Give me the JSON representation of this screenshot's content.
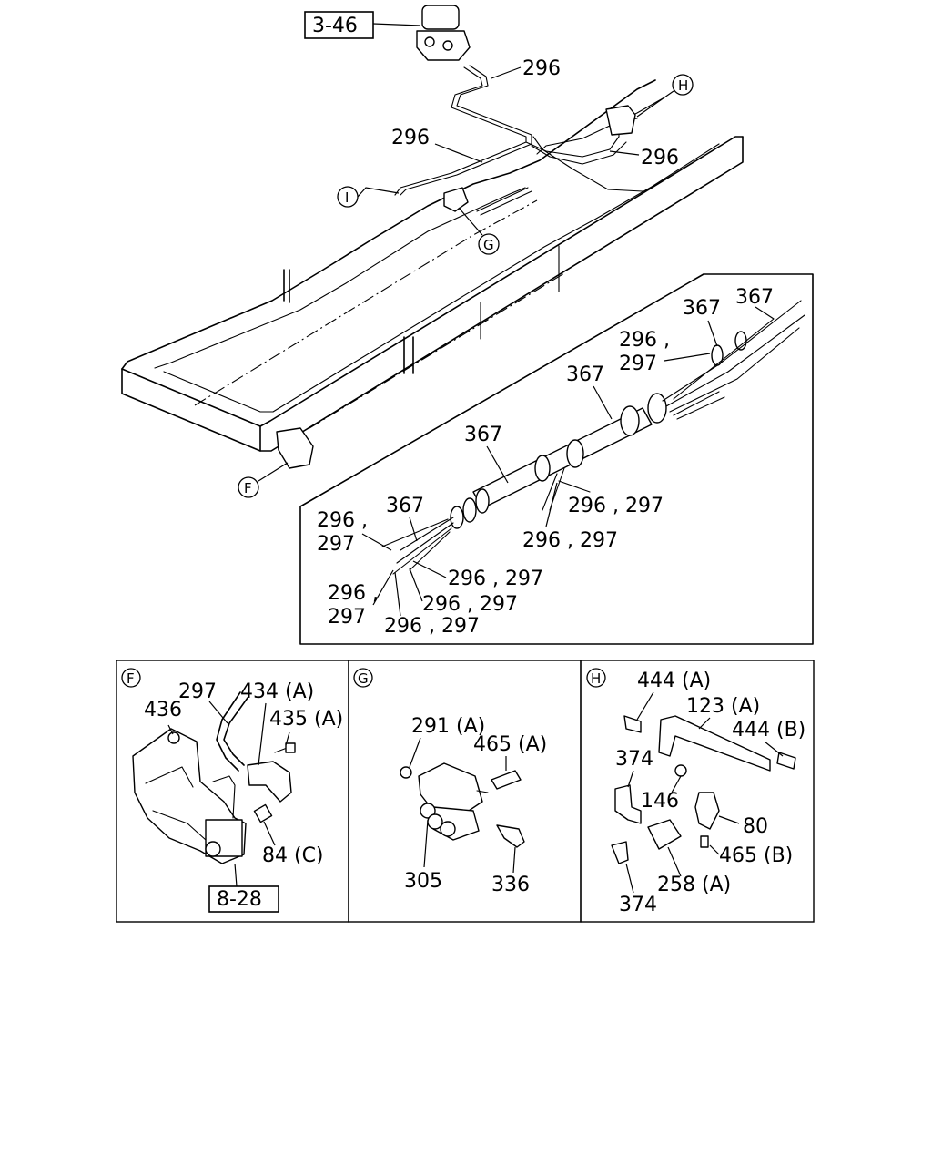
{
  "overview": {
    "ref_box_top": "3-46",
    "callouts": [
      "296",
      "296",
      "296"
    ],
    "markers": [
      "H",
      "I",
      "G",
      "F"
    ]
  },
  "harness": {
    "labels": [
      "367",
      "367",
      "296 ,",
      "297",
      "367",
      "367",
      "367",
      "296 , 297",
      "296 , 297",
      "296 ,",
      "297",
      "296 , 297",
      "296 ,",
      "297",
      "296 , 297",
      "296 , 297"
    ]
  },
  "panel_f": {
    "marker": "F",
    "labels": [
      "297",
      "434 (A)",
      "436",
      "435 (A)",
      "84 (C)"
    ],
    "ref_box": "8-28"
  },
  "panel_g": {
    "marker": "G",
    "labels": [
      "291 (A)",
      "465 (A)",
      "305",
      "336"
    ]
  },
  "panel_h": {
    "marker": "H",
    "labels": [
      "444 (A)",
      "123 (A)",
      "444 (B)",
      "374",
      "146",
      "80",
      "465 (B)",
      "258 (A)",
      "374"
    ]
  }
}
